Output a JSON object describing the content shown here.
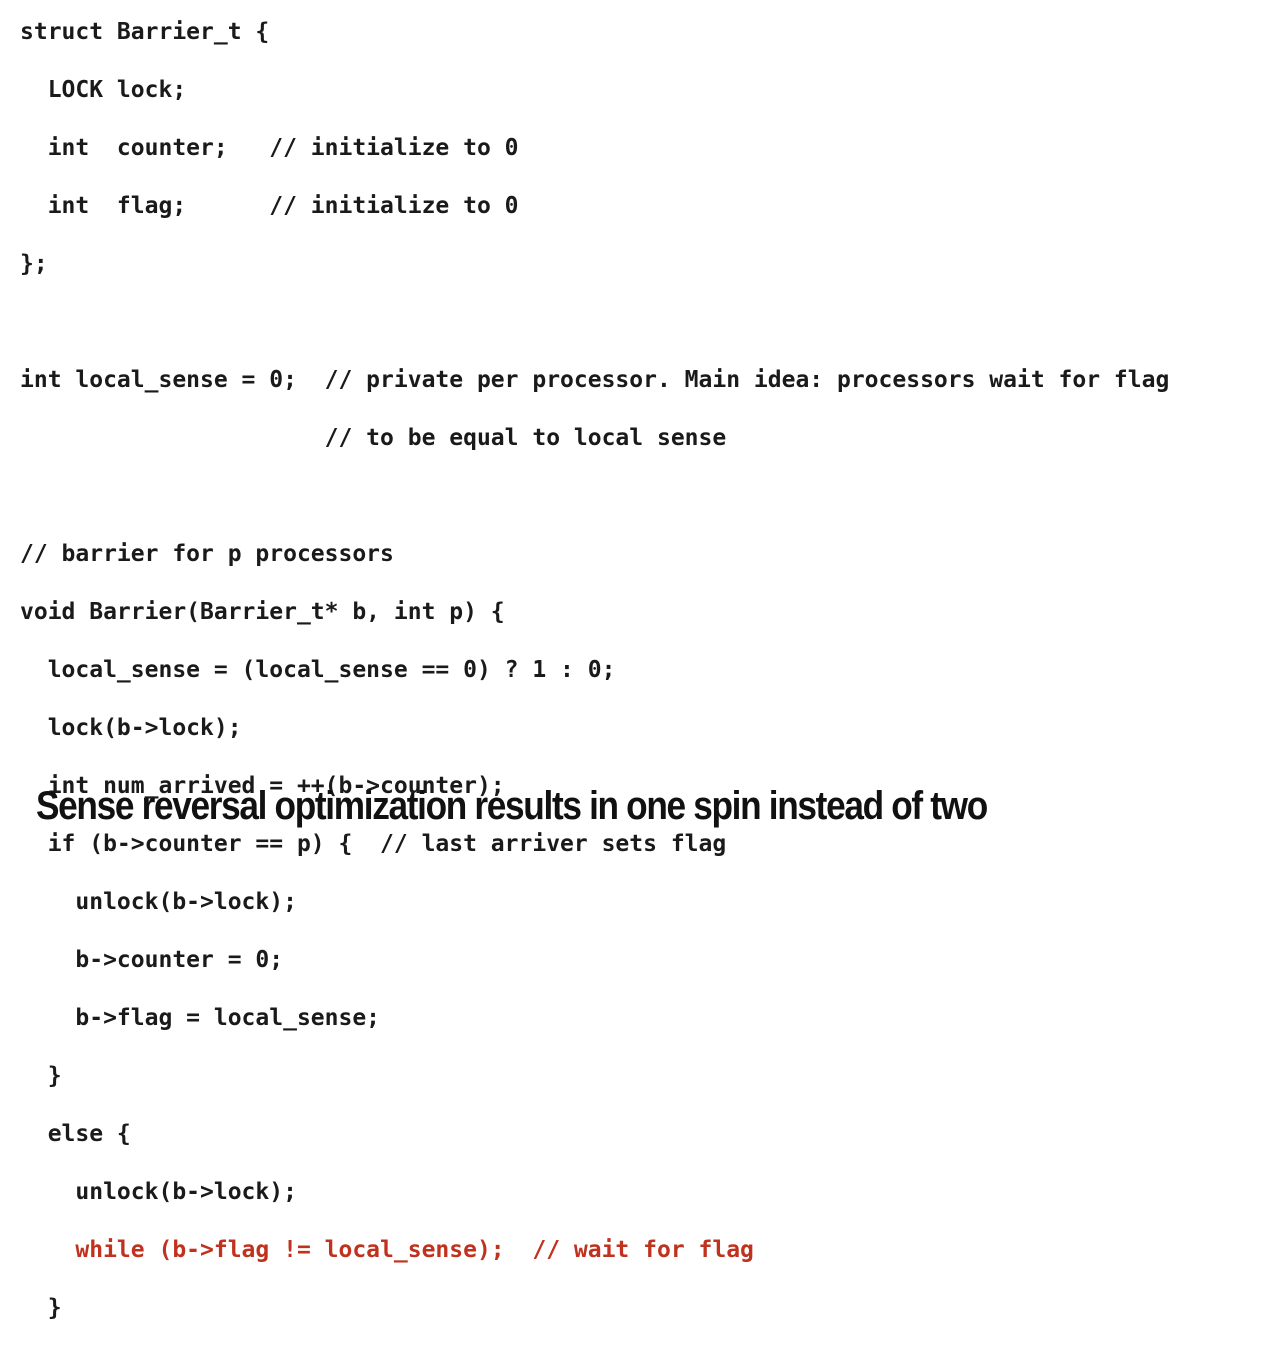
{
  "code": {
    "lines": [
      {
        "text": "struct Barrier_t {",
        "style": "normal"
      },
      {
        "text": "  LOCK lock;",
        "style": "normal"
      },
      {
        "text": "  int  counter;   // initialize to 0",
        "style": "normal"
      },
      {
        "text": "  int  flag;      // initialize to 0",
        "style": "normal"
      },
      {
        "text": "};",
        "style": "normal"
      },
      {
        "text": "",
        "style": "normal"
      },
      {
        "text": "int local_sense = 0;  // private per processor. Main idea: processors wait for flag",
        "style": "normal"
      },
      {
        "text": "                      // to be equal to local sense",
        "style": "normal"
      },
      {
        "text": "",
        "style": "normal"
      },
      {
        "text": "// barrier for p processors",
        "style": "normal"
      },
      {
        "text": "void Barrier(Barrier_t* b, int p) {",
        "style": "normal"
      },
      {
        "text": "  local_sense = (local_sense == 0) ? 1 : 0;",
        "style": "normal"
      },
      {
        "text": "  lock(b->lock);",
        "style": "normal"
      },
      {
        "text": "  int num_arrived = ++(b->counter);",
        "style": "normal"
      },
      {
        "text": "  if (b->counter == p) {  // last arriver sets flag",
        "style": "normal"
      },
      {
        "text": "    unlock(b->lock);",
        "style": "normal"
      },
      {
        "text": "    b->counter = 0;",
        "style": "normal"
      },
      {
        "text": "    b->flag = local_sense;",
        "style": "normal"
      },
      {
        "text": "  }",
        "style": "normal"
      },
      {
        "text": "  else {",
        "style": "normal"
      },
      {
        "text": "    unlock(b->lock);",
        "style": "normal"
      },
      {
        "text": "    while (b->flag != local_sense);  // wait for flag",
        "style": "highlight"
      },
      {
        "text": "  }",
        "style": "normal"
      }
    ],
    "highlight_color": "#c0321e",
    "text_color": "#1a1a1a"
  },
  "caption": "Sense reversal optimization results in one spin instead of two"
}
